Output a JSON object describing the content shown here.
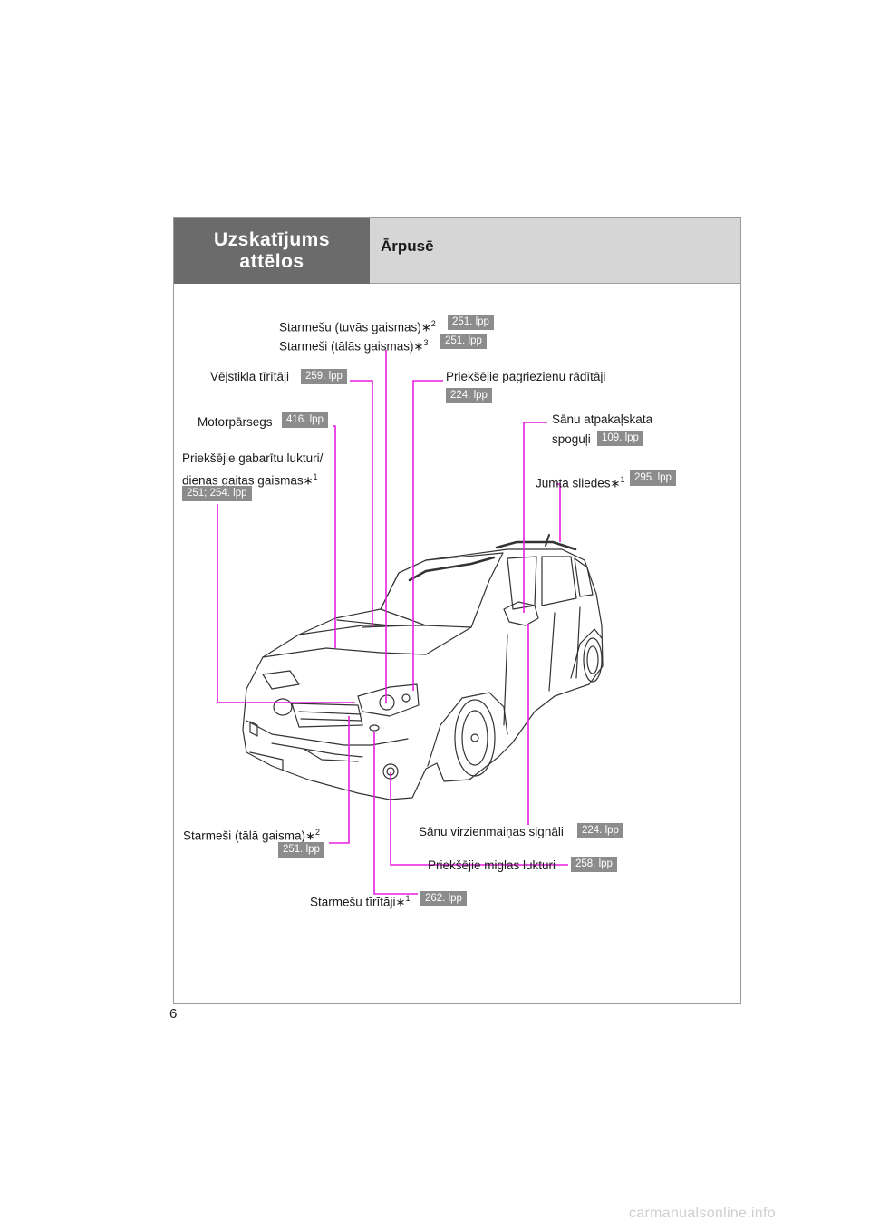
{
  "header": {
    "section_line1": "Uzskatījums",
    "section_line2": "attēlos",
    "subtitle": "Ārpusē"
  },
  "page_number": "6",
  "watermark": "carmanualsonline.info",
  "callouts": {
    "dipped_beam": {
      "label": "Starmešu (tuvās gaismas)",
      "mark": "∗",
      "sup": "2",
      "page": "251. lpp"
    },
    "high_beam_top": {
      "label": "Starmeši (tālās gaismas)",
      "mark": "∗",
      "sup": "3",
      "page": "251. lpp"
    },
    "wipers": {
      "label": "Vējstikla tīrītāji",
      "page": "259. lpp"
    },
    "front_turn": {
      "label": "Priekšējie pagriezienu rādītāji",
      "page": "224. lpp"
    },
    "hood": {
      "label": "Motorpārsegs",
      "page": "416. lpp"
    },
    "mirrors": {
      "label_line1": "Sānu atpakaļskata",
      "label_line2": "spoguļi",
      "page": "109. lpp"
    },
    "position_lights": {
      "label_line1": "Priekšējie gabarītu lukturi/",
      "label_line2": "dienas gaitas gaismas",
      "mark": "∗",
      "sup": "1",
      "page": "251; 254. lpp"
    },
    "roof_rails": {
      "label": "Jumta sliedes",
      "mark": "∗",
      "sup": "1",
      "page": "295. lpp"
    },
    "high_beam_bottom": {
      "label": "Starmeši (tālā gaisma)",
      "mark": "∗",
      "sup": "2",
      "page": "251. lpp"
    },
    "side_turn": {
      "label": "Sānu virzienmaiņas signāli",
      "page": "224. lpp"
    },
    "fog_lights": {
      "label": "Priekšējie miglas lukturi",
      "page": "258. lpp"
    },
    "headlamp_cleaners": {
      "label": "Starmešu tīrītāji",
      "mark": "∗",
      "sup": "1",
      "page": "262. lpp"
    }
  },
  "colors": {
    "leader": "#e81ee0",
    "header_dark": "#6b6b6b",
    "header_light": "#d6d6d6",
    "page_tag": "#8c8c8c"
  }
}
